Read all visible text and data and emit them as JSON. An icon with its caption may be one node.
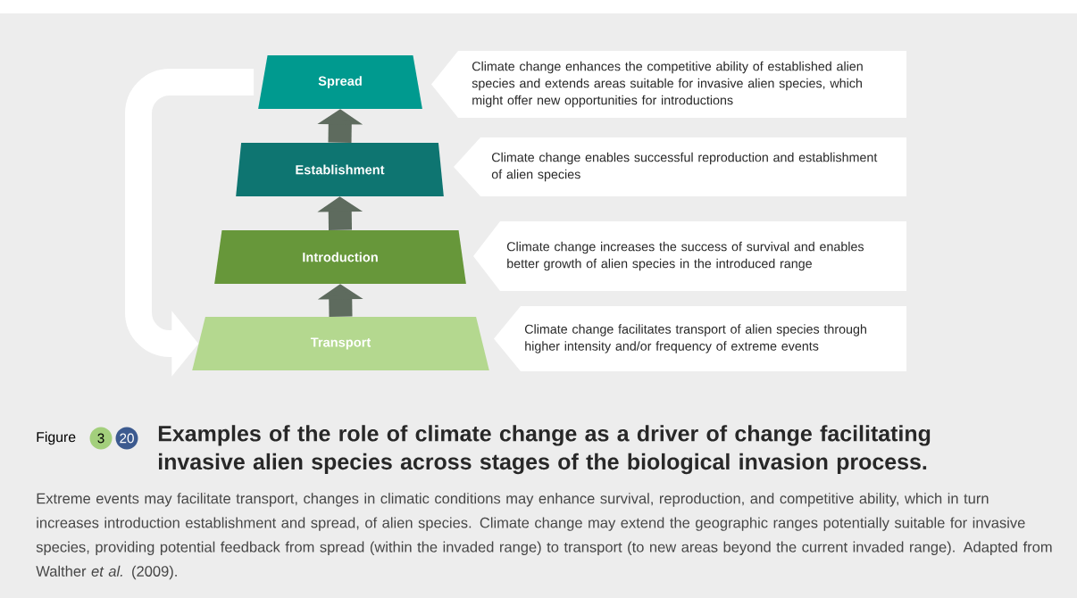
{
  "diagram": {
    "title": "Examples of the role of climate change as a driver of change facilitating invasive alien species across stages of the biological invasion process.",
    "caption": "Extreme events may facilitate transport, changes in climatic conditions may enhance survival, reproduction, and competitive ability, which in turn increases introduction establishment and spread, of alien species. Climate change may extend the geographic ranges potentially suitable for invasive species, providing potential feedback from spread (within the invaded range) to transport (to new areas beyond the current invaded range). Adapted from Walther *et al.* (2009).",
    "nodes": [
      {
        "text": [
          "Spread"
        ]
      },
      {
        "text": [
          "Establishment"
        ]
      },
      {
        "text": [
          "Introduction"
        ]
      },
      {
        "text": [
          "Transport"
        ]
      },
      {
        "text": [
          "Climate change enhances the competitive ability of established alien species and extends areas suitable for invasive alien species, which might offer new opportunities for introductions"
        ]
      },
      {
        "text": [
          "Climate change enables successful reproduction and establishment of alien species"
        ]
      },
      {
        "text": [
          "Climate change increases the success of survival and enables better growth of alien species in the introduced range"
        ]
      },
      {
        "text": [
          "Climate change facilitates transport of alien species through higher intensity and/or frequency of extreme events"
        ]
      },
      {
        "text": [
          "3"
        ]
      },
      {
        "text": [
          "20"
        ]
      }
    ],
    "edges": [
      {
        "from": 3,
        "to": 2,
        "arrow": "to"
      },
      {
        "from": 2,
        "to": 1,
        "arrow": "to"
      },
      {
        "from": 1,
        "to": 0,
        "arrow": "to"
      },
      {
        "from": 0,
        "to": 3,
        "arrow": "to",
        "color": "#ffffff"
      }
    ],
    "labels": [
      "Figure"
    ]
  }
}
